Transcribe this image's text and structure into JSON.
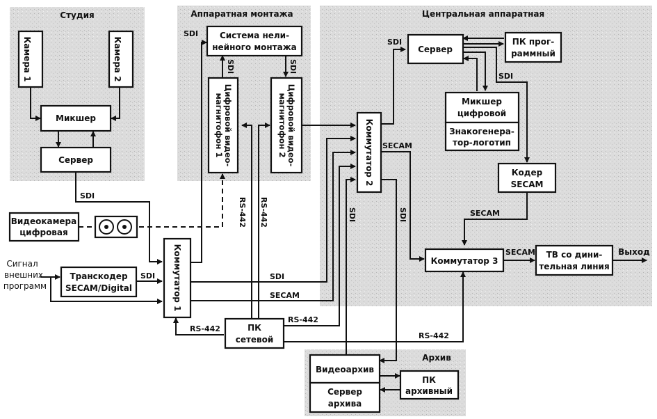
{
  "zones": {
    "studio": "Студия",
    "editing": "Аппаратная монтажа",
    "central": "Центральная аппаратная",
    "archive": "Архив"
  },
  "blocks": {
    "camera1": "Камера 1",
    "camera2": "Камера 2",
    "mixer": "Микшер",
    "studio_server": "Сервер",
    "nle_l1": "Система нели-",
    "nle_l2": "нейного монтажа",
    "vtr1_l1": "Цифровой видео-",
    "vtr1_l2": "магнитофон 1",
    "vtr2_l1": "Цифровой видео-",
    "vtr2_l2": "магнитофон 2",
    "camcorder_l1": "Видеокамера",
    "camcorder_l2": "цифровая",
    "ext_l1": "Сигнал",
    "ext_l2": "внешних",
    "ext_l3": "программ",
    "transcoder_l1": "Транскодер",
    "transcoder_l2": "SECAM/Digital",
    "switch1": "Коммутатор 1",
    "switch2": "Коммутатор 2",
    "switch3": "Коммутатор 3",
    "central_server": "Сервер",
    "pc_prog_l1": "ПК прог-",
    "pc_prog_l2": "раммный",
    "dmixer_l1": "Микшер",
    "dmixer_l2": "цифровой",
    "logo_l1": "Знакогенера-",
    "logo_l2": "тор-логотип",
    "coder_l1": "Кодер",
    "coder_l2": "SECAM",
    "tvline_l1": "ТВ со дини-",
    "tvline_l2": "тельная линия",
    "output": "Выход",
    "pc_net_l1": "ПК",
    "pc_net_l2": "сетевой",
    "video_archive": "Видеоархив",
    "arch_server_l1": "Сервер",
    "arch_server_l2": "архива",
    "pc_arch_l1": "ПК",
    "pc_arch_l2": "архивный"
  },
  "signals": {
    "sdi": "SDI",
    "secam": "SECAM",
    "rs442": "RS-442"
  }
}
